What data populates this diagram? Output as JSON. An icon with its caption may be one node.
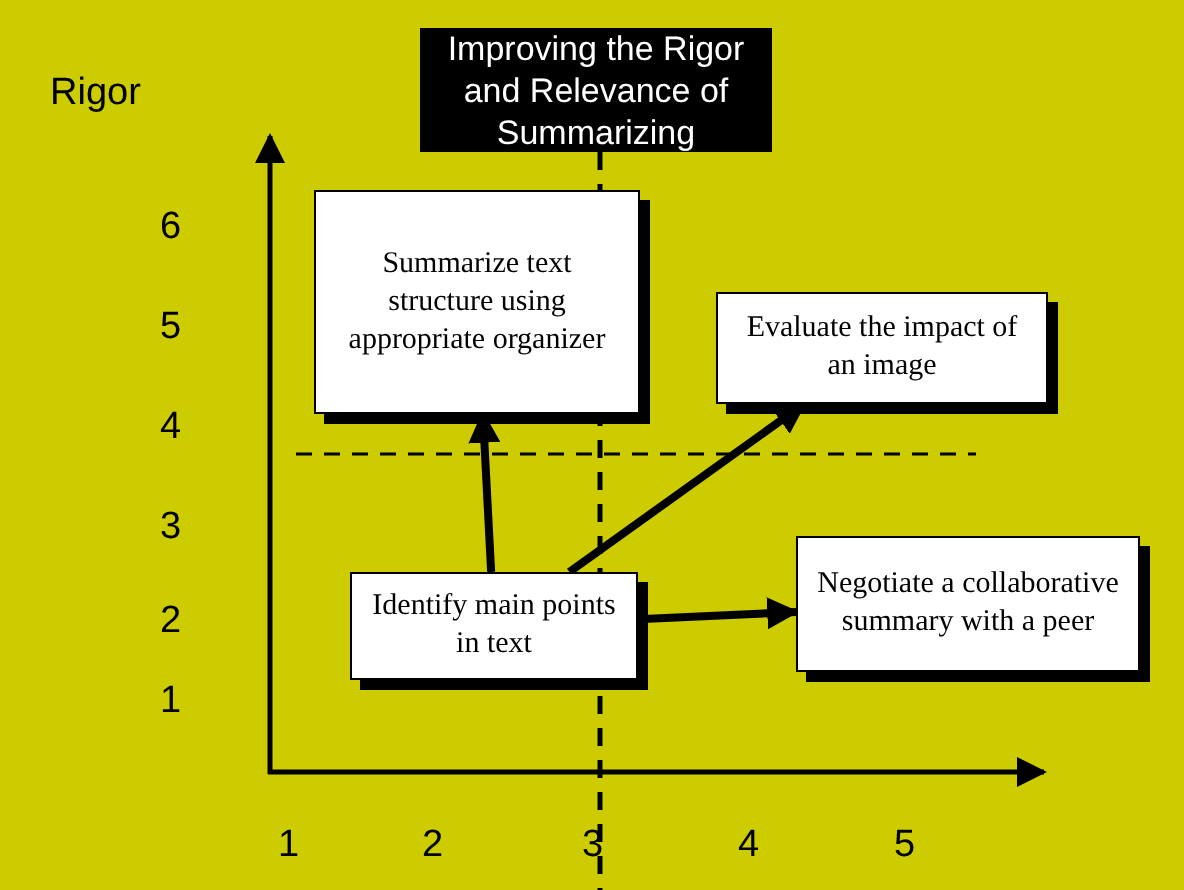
{
  "diagram": {
    "title": "Improving the Rigor and Relevance of Summarizing",
    "nodes": [
      {
        "text": [
          "Summarize text structure using appropriate organizer"
        ]
      },
      {
        "text": [
          "Evaluate the impact of an image"
        ]
      },
      {
        "text": [
          "Identify main points in text"
        ]
      },
      {
        "text": [
          "Negotiate a collaborative summary with a peer"
        ]
      }
    ],
    "edges": [
      {
        "from": 2,
        "to": 0,
        "arrow": "to"
      },
      {
        "from": 2,
        "to": 1,
        "arrow": "to"
      },
      {
        "from": 2,
        "to": 3,
        "arrow": "to"
      }
    ],
    "labels": [
      "Rigor",
      "6",
      "5",
      "4",
      "3",
      "2",
      "1",
      "1",
      "2",
      "3",
      "4",
      "5"
    ]
  }
}
